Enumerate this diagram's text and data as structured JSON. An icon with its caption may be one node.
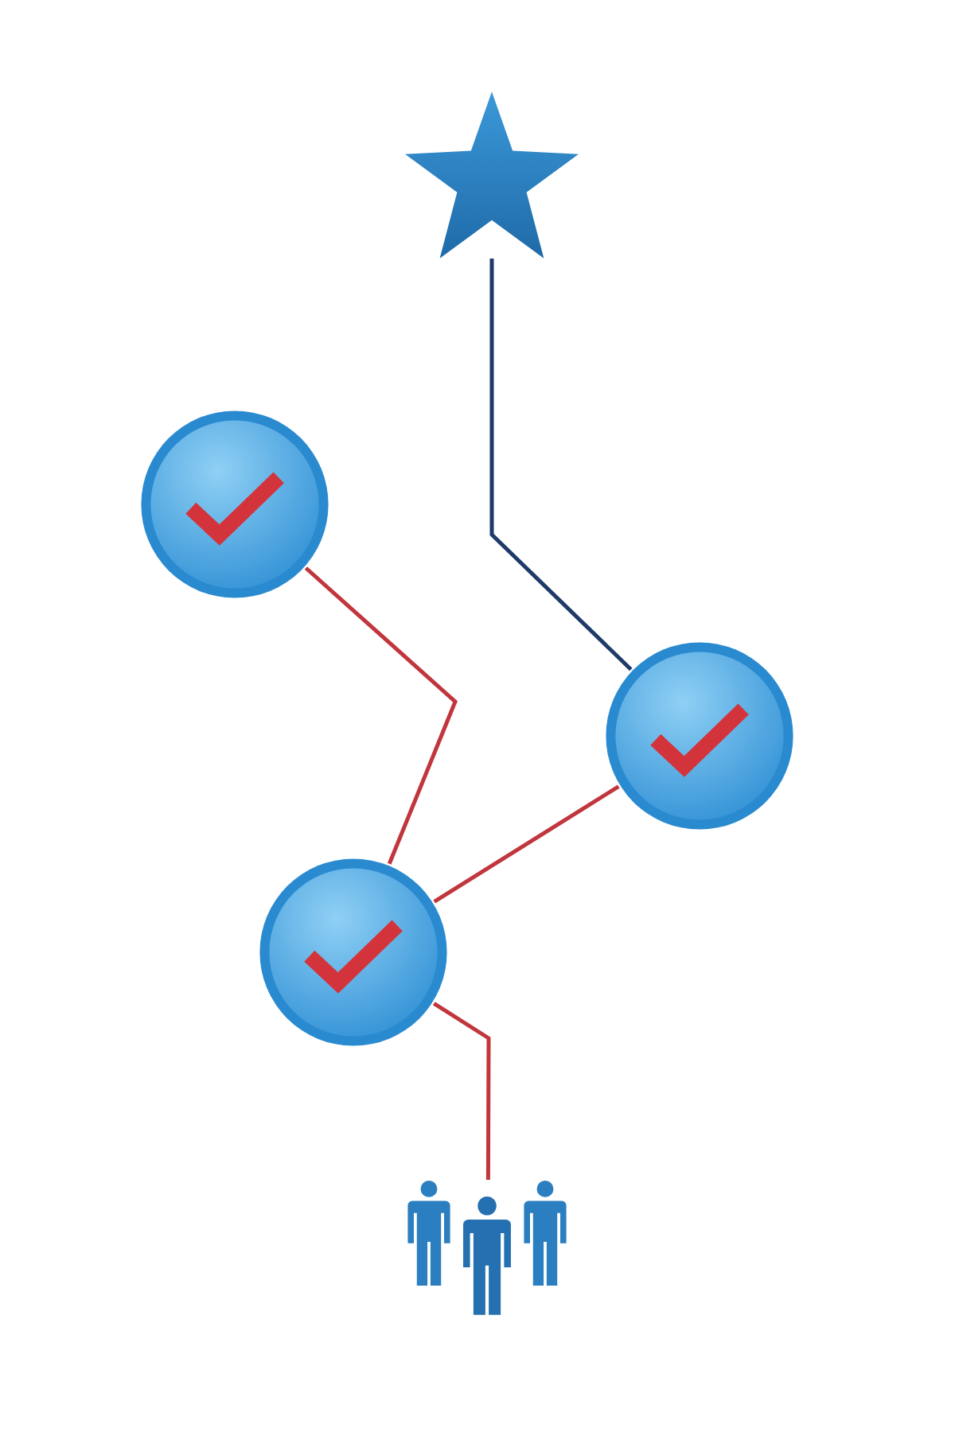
{
  "diagram": {
    "nodes": [
      {
        "text": [],
        "shape": "star"
      },
      {
        "text": [],
        "shape": "circle"
      },
      {
        "text": [],
        "shape": "circle"
      },
      {
        "text": [],
        "shape": "circle"
      },
      {
        "text": [],
        "shape": "person"
      }
    ],
    "edges": [
      {
        "from": 0,
        "to": 2,
        "arrow": "none",
        "color": "#1f3a68"
      },
      {
        "from": 1,
        "to": 3,
        "arrow": "none"
      },
      {
        "from": 2,
        "to": 3,
        "arrow": "none"
      },
      {
        "from": 3,
        "to": 4,
        "arrow": "none"
      }
    ]
  }
}
